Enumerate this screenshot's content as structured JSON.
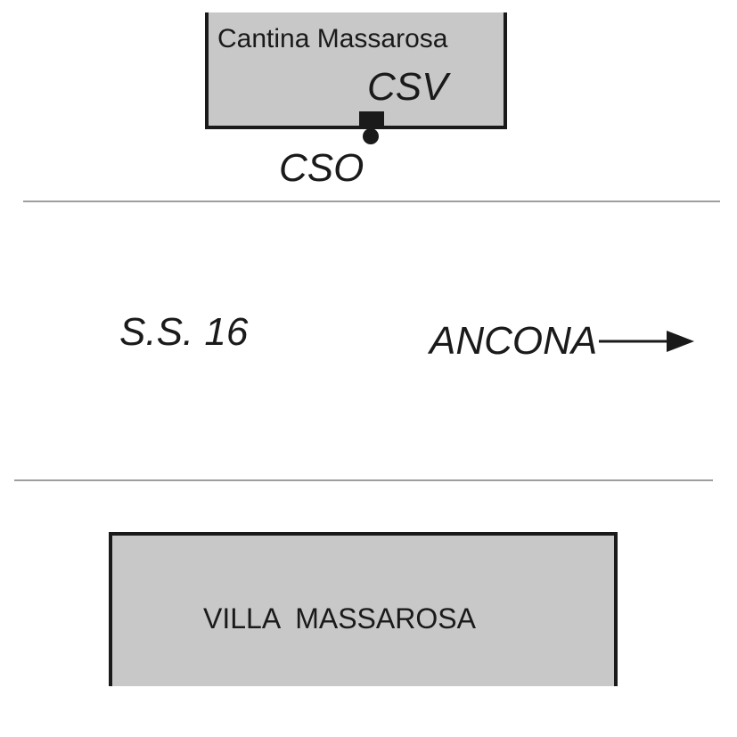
{
  "labels": {
    "building_top": "Cantina Massarosa",
    "csv": "CSV",
    "cso": "CSO",
    "road": "S.S. 16",
    "direction": "ANCONA",
    "building_bottom": "VILLA  MASSAROSA"
  },
  "colors": {
    "building_fill": "#c8c8c8",
    "outline": "#1a1a1a",
    "road_line": "#7f7f7f"
  },
  "icons": {
    "csv_marker": "filled-square",
    "cso_marker": "filled-circle",
    "direction": "arrow-right-icon"
  }
}
